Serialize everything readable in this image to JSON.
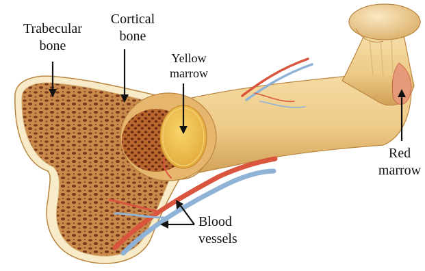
{
  "diagram": {
    "labels": {
      "trabecular": [
        "Trabecular",
        "bone"
      ],
      "cortical": [
        "Cortical",
        "bone"
      ],
      "yellow_marrow": [
        "Yellow",
        "marrow"
      ],
      "red_marrow": [
        "Red",
        "marrow"
      ],
      "blood_vessels": [
        "Blood",
        "vessels"
      ]
    },
    "colors": {
      "bone_surface": "#f1d298",
      "bone_shadow": "#cf9f55",
      "cortical_rim": "#f7ebc9",
      "spongy_fill": "#c98a4c",
      "spongy_pore": "#7a3a1c",
      "yellow_marrow": "#f2c24e",
      "red_marrow": "#e79a7a",
      "artery": "#d9553e",
      "vein": "#8fb3d6"
    }
  }
}
